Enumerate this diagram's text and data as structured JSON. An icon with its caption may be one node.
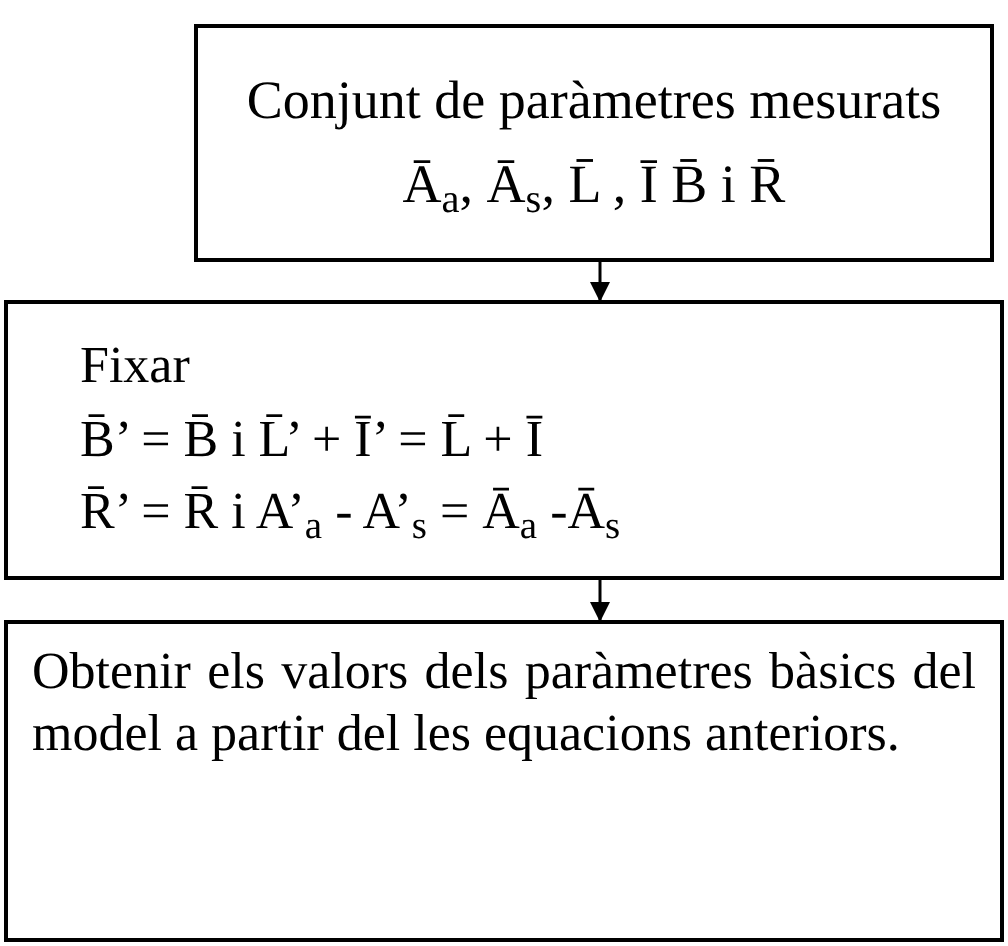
{
  "diagram": {
    "nodes": [
      {
        "text": [
          "Conjunt de paràmetres mesurats",
          "Ā$_{a}$, Ā$_{s}$, L̄ , Ī B̄ i R̄"
        ]
      },
      {
        "text": [
          "Fixar",
          "B̄’ = B̄ i L̄’ + Ī’ = L̄ + Ī",
          "R̄’ = R̄ i A’$_{a}$ - A’$_{s}$ = Ā$_{a}$ -Ā$_{s}$"
        ]
      },
      {
        "text": [
          "Obtenir els valors dels paràmetres bàsics del model a partir del les equacions anteriors."
        ]
      }
    ],
    "edges": [
      {
        "from": 0,
        "to": 1,
        "arrow": "to"
      },
      {
        "from": 1,
        "to": 2,
        "arrow": "to"
      }
    ]
  }
}
